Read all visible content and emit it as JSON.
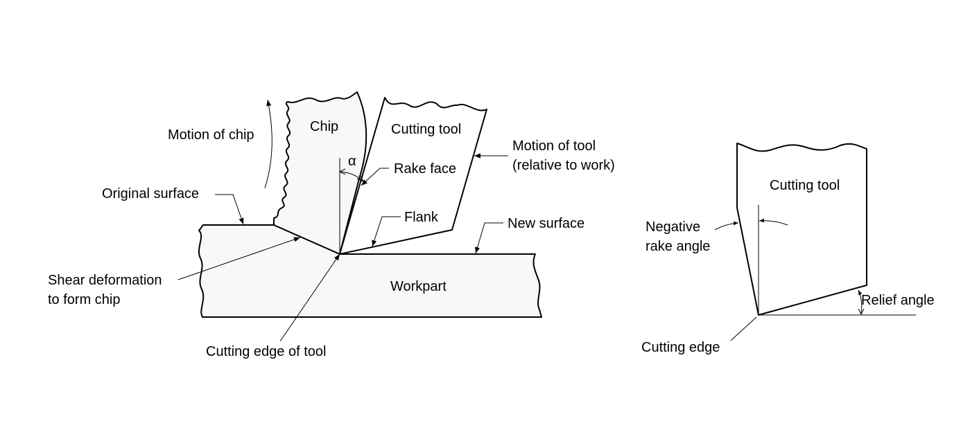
{
  "left_diagram": {
    "chip": "Chip",
    "cutting_tool": "Cutting tool",
    "alpha": "α",
    "rake_face": "Rake face",
    "flank": "Flank",
    "motion_of_chip": "Motion of chip",
    "motion_of_tool_line1": "Motion of tool",
    "motion_of_tool_line2": "(relative to work)",
    "original_surface": "Original surface",
    "new_surface": "New surface",
    "shear_line1": "Shear deformation",
    "shear_line2": "to form chip",
    "workpart": "Workpart",
    "cutting_edge_of_tool": "Cutting edge of tool"
  },
  "right_diagram": {
    "cutting_tool": "Cutting tool",
    "negative_line1": "Negative",
    "negative_line2": "rake angle",
    "relief_angle": "Relief angle",
    "cutting_edge": "Cutting edge"
  }
}
